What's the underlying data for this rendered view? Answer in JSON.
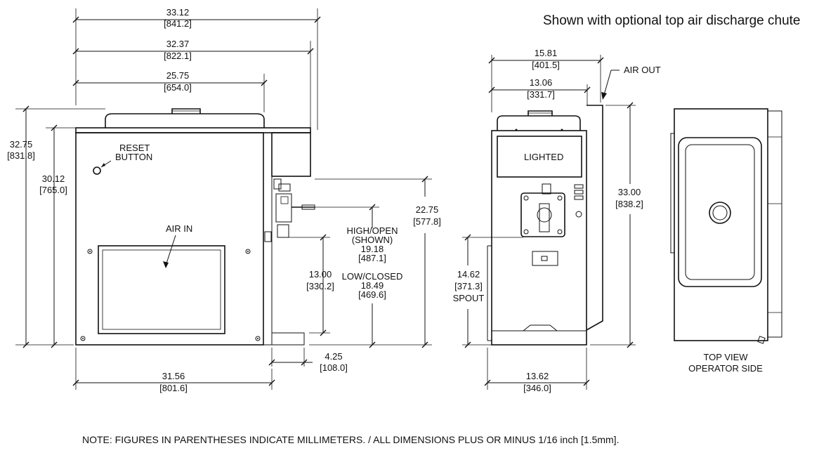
{
  "header": {
    "caption": "Shown with optional top air discharge chute"
  },
  "front_view": {
    "width_top_outer": {
      "in": "33.12",
      "mm": "[841.2]"
    },
    "width_top_mid": {
      "in": "32.37",
      "mm": "[822.1]"
    },
    "width_top_inner": {
      "in": "25.75",
      "mm": "[654.0]"
    },
    "height_total": {
      "in": "32.75",
      "mm": "[831.8]"
    },
    "height_body": {
      "in": "30.12",
      "mm": "[765.0]"
    },
    "reset_label_1": "RESET",
    "reset_label_2": "BUTTON",
    "air_in_label": "AIR IN",
    "handle_high": {
      "line1": "HIGH/OPEN",
      "line2": "(SHOWN)",
      "in": "19.18",
      "mm": "[487.1]"
    },
    "handle_low": {
      "line1": "LOW/CLOSED",
      "in": "18.49",
      "mm": "[469.6]"
    },
    "spout_height": {
      "in": "13.00",
      "mm": "[330.2]"
    },
    "door_height": {
      "in": "22.75",
      "mm": "[577.8]"
    },
    "door_depth": {
      "in": "4.25",
      "mm": "[108.0]"
    },
    "base_width": {
      "in": "31.56",
      "mm": "[801.6]"
    }
  },
  "side_view": {
    "width_outer": {
      "in": "15.81",
      "mm": "[401.5]"
    },
    "width_inner": {
      "in": "13.06",
      "mm": "[331.7]"
    },
    "air_out_label": "AIR OUT",
    "lighted_label": "LIGHTED",
    "height_total": {
      "in": "33.00",
      "mm": "[838.2]"
    },
    "spout_height": {
      "in": "14.62",
      "mm": "[371.3]",
      "label": "SPOUT"
    },
    "base_width": {
      "in": "13.62",
      "mm": "[346.0]"
    }
  },
  "top_view": {
    "label_1": "TOP VIEW",
    "label_2": "OPERATOR SIDE"
  },
  "footer": {
    "note": "NOTE: FIGURES IN PARENTHESES INDICATE MILLIMETERS. / ALL DIMENSIONS PLUS OR MINUS 1/16 inch [1.5mm]."
  }
}
